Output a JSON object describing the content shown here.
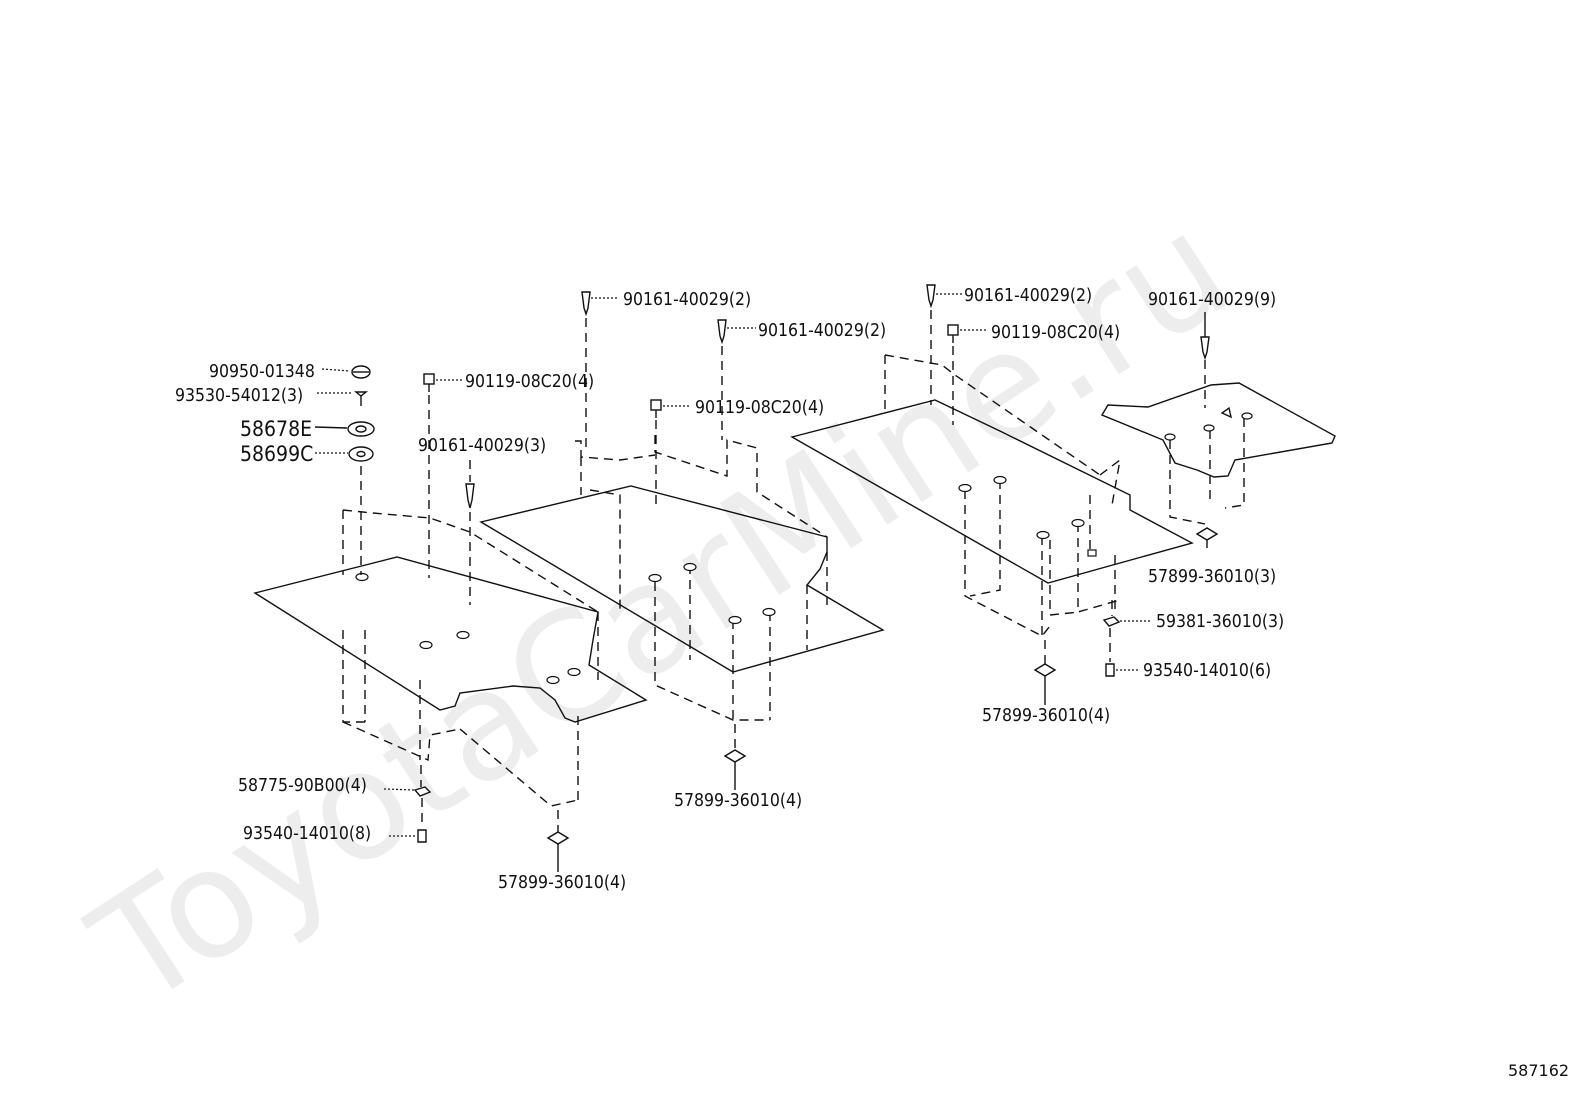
{
  "diagram": {
    "watermark": "ToyotaCarMine.ru",
    "figure_number": "587162",
    "callouts": [
      {
        "id": "c1",
        "text": "90950-01348"
      },
      {
        "id": "c2",
        "text": "93530-54012(3)"
      },
      {
        "id": "c3",
        "text": "58678E"
      },
      {
        "id": "c4",
        "text": "58699C"
      },
      {
        "id": "c5",
        "text": "90119-08C20(4)"
      },
      {
        "id": "c6",
        "text": "90161-40029(3)"
      },
      {
        "id": "c7",
        "text": "90161-40029(2)"
      },
      {
        "id": "c8",
        "text": "90161-40029(2)"
      },
      {
        "id": "c9",
        "text": "90119-08C20(4)"
      },
      {
        "id": "c10",
        "text": "90161-40029(2)"
      },
      {
        "id": "c11",
        "text": "90119-08C20(4)"
      },
      {
        "id": "c12",
        "text": "90161-40029(9)"
      },
      {
        "id": "c13",
        "text": "57899-36010(3)"
      },
      {
        "id": "c14",
        "text": "59381-36010(3)"
      },
      {
        "id": "c15",
        "text": "93540-14010(6)"
      },
      {
        "id": "c16",
        "text": "57899-36010(4)"
      },
      {
        "id": "c17",
        "text": "58775-90B00(4)"
      },
      {
        "id": "c18",
        "text": "93540-14010(8)"
      },
      {
        "id": "c19",
        "text": "57899-36010(4)"
      },
      {
        "id": "c20",
        "text": "57899-36010(4)"
      }
    ]
  }
}
